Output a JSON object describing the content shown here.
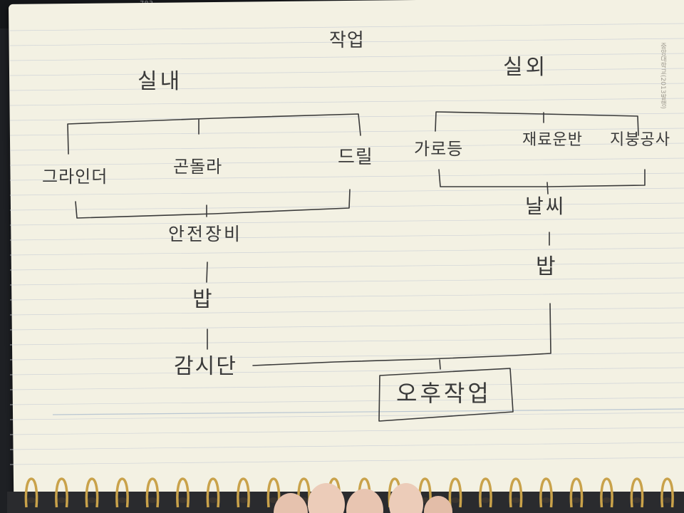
{
  "title": "작업",
  "indoor": {
    "heading": "실내",
    "tools": [
      "그라인더",
      "곤돌라",
      "드릴"
    ],
    "merge": "안전장비",
    "step": "밥",
    "end": "감시단"
  },
  "outdoor": {
    "heading": "실외",
    "tasks": [
      "가로등",
      "재료운반",
      "지붕공사"
    ],
    "merge": "날씨",
    "step": "밥"
  },
  "final": "오후작업",
  "corner_tag": "783",
  "watermark": "중앙대학교(2013발행)",
  "colors": {
    "paper": "#f3f1e3",
    "ink": "#3a3a3a",
    "rule": "#cfd3d8",
    "spiral": "#c9a24a",
    "background": "#1e2024"
  }
}
